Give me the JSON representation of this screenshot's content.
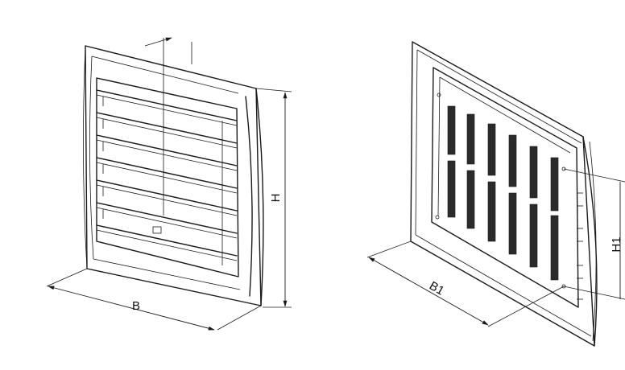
{
  "labels": {
    "front_width": "B",
    "front_height": "H",
    "back_width": "B1",
    "back_height": "H1"
  }
}
